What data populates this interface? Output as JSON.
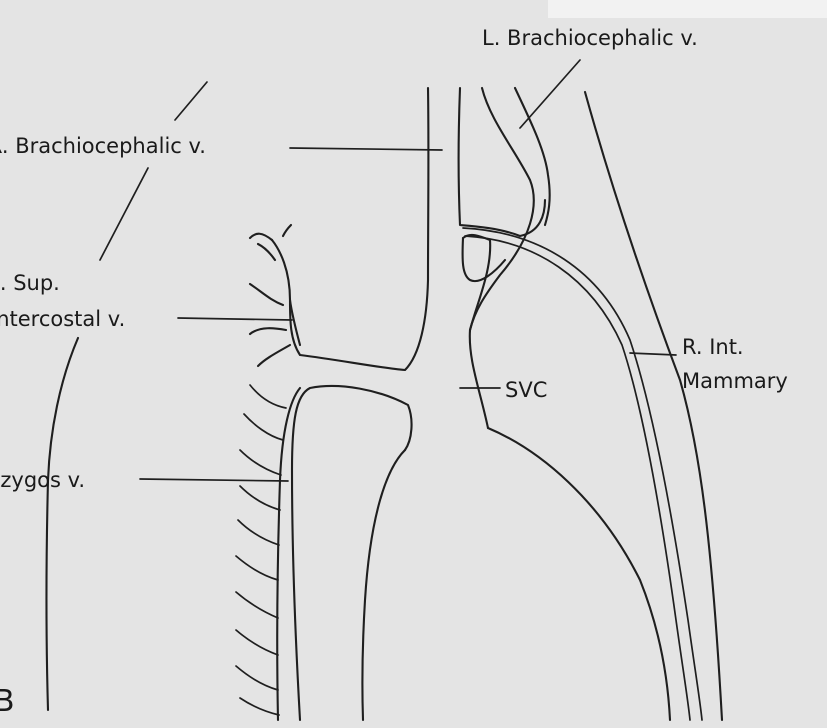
{
  "figure": {
    "panel_letter": "B",
    "labels": {
      "left_brachiocephalic": "L. Brachiocephalic v.",
      "right_brachiocephalic": "R. Brachiocephalic v.",
      "sup_intercostal_line1": "R. Sup.",
      "sup_intercostal_line2": "Intercostal v.",
      "azygos": "Azygos v.",
      "svc": "SVC",
      "int_mammary_line1": "R. Int.",
      "int_mammary_line2": "Mammary"
    }
  }
}
